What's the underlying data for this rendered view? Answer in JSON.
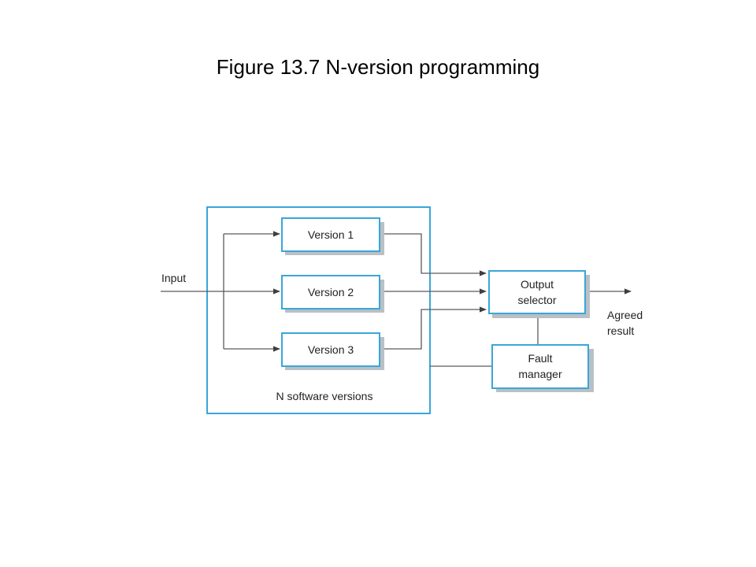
{
  "title": "Figure 13.7 N-version programming",
  "colors": {
    "box_border": "#3aa6d8",
    "line": "#5a5a5a",
    "shadow": "#b9c0c6"
  },
  "diagram": {
    "input_label": "Input",
    "container_label": "N software versions",
    "versions": [
      "Version 1",
      "Version 2",
      "Version 3"
    ],
    "output_selector": [
      "Output",
      "selector"
    ],
    "fault_manager": [
      "Fault",
      "manager"
    ],
    "result_label": [
      "Agreed",
      "result"
    ]
  }
}
